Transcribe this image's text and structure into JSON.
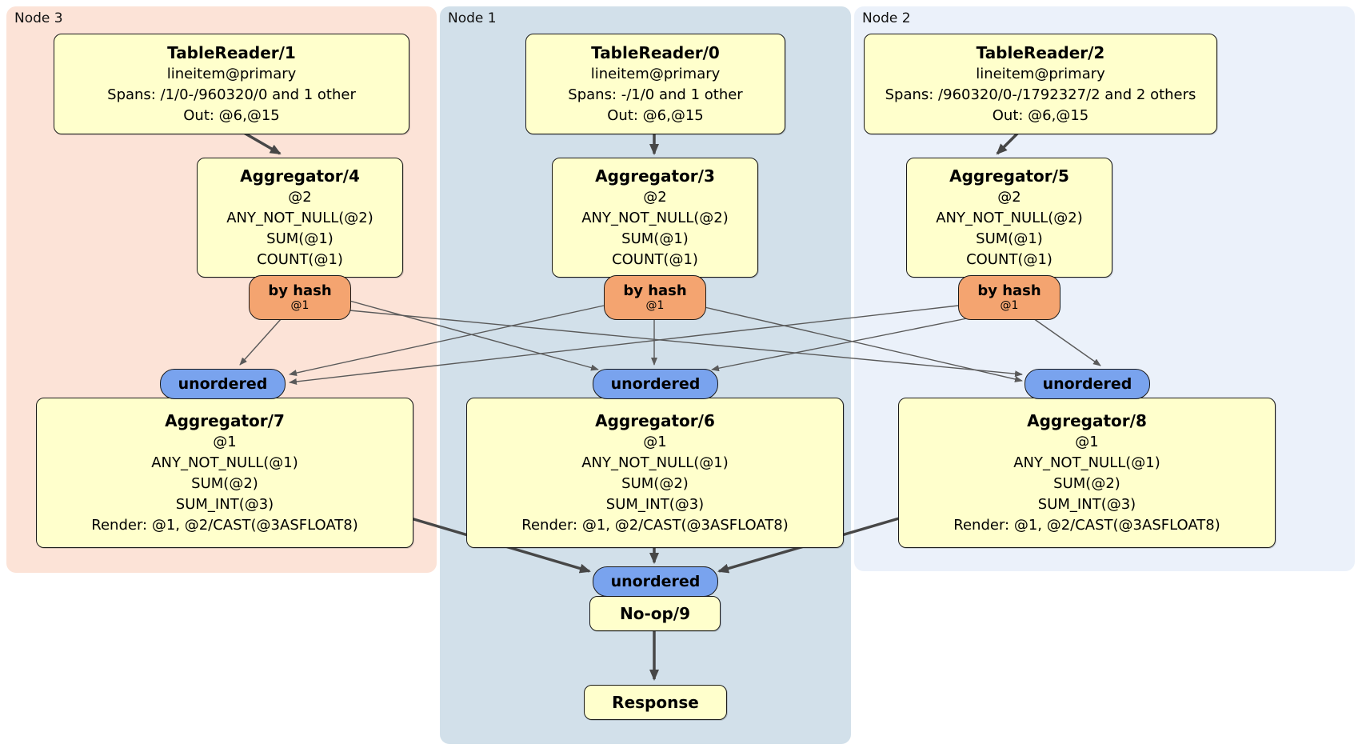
{
  "groups": {
    "node3": {
      "label": "Node 3",
      "bg": "#fce3d7"
    },
    "node1": {
      "label": "Node 1",
      "bg": "#d2e0ea"
    },
    "node2": {
      "label": "Node 2",
      "bg": "#ebf1fa"
    }
  },
  "colors": {
    "processor_box_fill": "#ffffcc",
    "hash_router_fill": "#f4a470",
    "sync_oval_fill": "#79a3ee",
    "edge": "#4a4a4a"
  },
  "processors": {
    "tr1": {
      "title": "TableReader/1",
      "lines": [
        "lineitem@primary",
        "Spans: /1/0-/960320/0 and 1 other",
        "Out: @6,@15"
      ]
    },
    "tr0": {
      "title": "TableReader/0",
      "lines": [
        "lineitem@primary",
        "Spans: -/1/0 and 1 other",
        "Out: @6,@15"
      ]
    },
    "tr2": {
      "title": "TableReader/2",
      "lines": [
        "lineitem@primary",
        "Spans: /960320/0-/1792327/2 and 2 others",
        "Out: @6,@15"
      ]
    },
    "agg4": {
      "title": "Aggregator/4",
      "lines": [
        "@2",
        "ANY_NOT_NULL(@2)",
        "SUM(@1)",
        "COUNT(@1)"
      ]
    },
    "agg3": {
      "title": "Aggregator/3",
      "lines": [
        "@2",
        "ANY_NOT_NULL(@2)",
        "SUM(@1)",
        "COUNT(@1)"
      ]
    },
    "agg5": {
      "title": "Aggregator/5",
      "lines": [
        "@2",
        "ANY_NOT_NULL(@2)",
        "SUM(@1)",
        "COUNT(@1)"
      ]
    },
    "agg7": {
      "title": "Aggregator/7",
      "lines": [
        "@1",
        "ANY_NOT_NULL(@1)",
        "SUM(@2)",
        "SUM_INT(@3)",
        "Render: @1, @2/CAST(@3ASFLOAT8)"
      ]
    },
    "agg6": {
      "title": "Aggregator/6",
      "lines": [
        "@1",
        "ANY_NOT_NULL(@1)",
        "SUM(@2)",
        "SUM_INT(@3)",
        "Render: @1, @2/CAST(@3ASFLOAT8)"
      ]
    },
    "agg8": {
      "title": "Aggregator/8",
      "lines": [
        "@1",
        "ANY_NOT_NULL(@1)",
        "SUM(@2)",
        "SUM_INT(@3)",
        "Render: @1, @2/CAST(@3ASFLOAT8)"
      ]
    },
    "noop": {
      "title": "No-op/9"
    },
    "response": {
      "title": "Response"
    }
  },
  "routers": {
    "by_hash": {
      "label": "by hash",
      "detail": "@1"
    }
  },
  "streams": {
    "unordered_label": "unordered"
  }
}
